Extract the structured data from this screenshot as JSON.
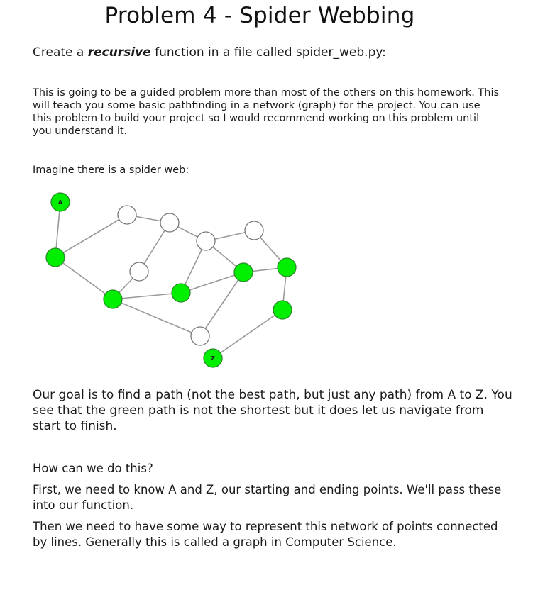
{
  "title": "Problem 4 - Spider Webbing",
  "intro": {
    "before": "Create a ",
    "emphasis": "recursive",
    "after": " function in a file called spider_web.py:"
  },
  "guided": "This is going to be a guided problem more than most of the others on this homework.  This will teach you some basic pathfinding in a network (graph) for the project.  You can use this problem to build your project so I would recommend working on this problem until you understand it.",
  "imagine": "Imagine there is a spider web:",
  "graph": {
    "colors": {
      "path": "#00ee00",
      "path_stroke": "#2a8a2a",
      "empty": "#ffffff",
      "empty_stroke": "#777777",
      "edge": "#999999"
    },
    "start_label": "A",
    "end_label": "Z"
  },
  "goal": "Our goal is to find a path (not the best path, but just any path) from A to Z.  You see that the green path is not the shortest but it does let us navigate from start to finish.",
  "how": "How can we do this?",
  "first": "First, we need to know A and Z, our starting and ending points.  We'll pass these into our function.",
  "then": "Then we need to have some way to represent this network of points connected by lines. Generally this is called a graph in Computer Science."
}
